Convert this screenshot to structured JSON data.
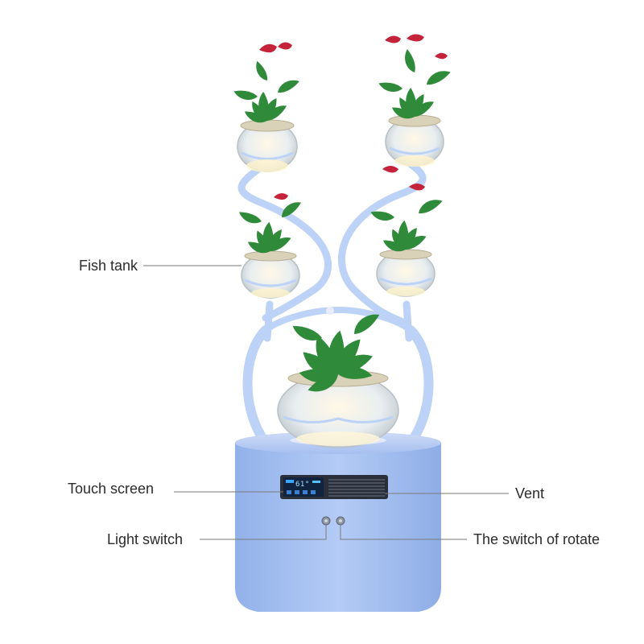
{
  "callouts": {
    "fish_tank": "Fish tank",
    "touch_screen": "Touch screen",
    "light_switch": "Light switch",
    "vent": "Vent",
    "rotate_switch": "The switch of rotate"
  },
  "display": {
    "temperature": "61°"
  },
  "colors": {
    "cabinet": "#a9c3f0",
    "frame": "#bcd2f6",
    "leaf": "#2f8a3a",
    "flower": "#c4233a",
    "glass": "#e8eef2",
    "leader_line": "#7a7a7a"
  }
}
